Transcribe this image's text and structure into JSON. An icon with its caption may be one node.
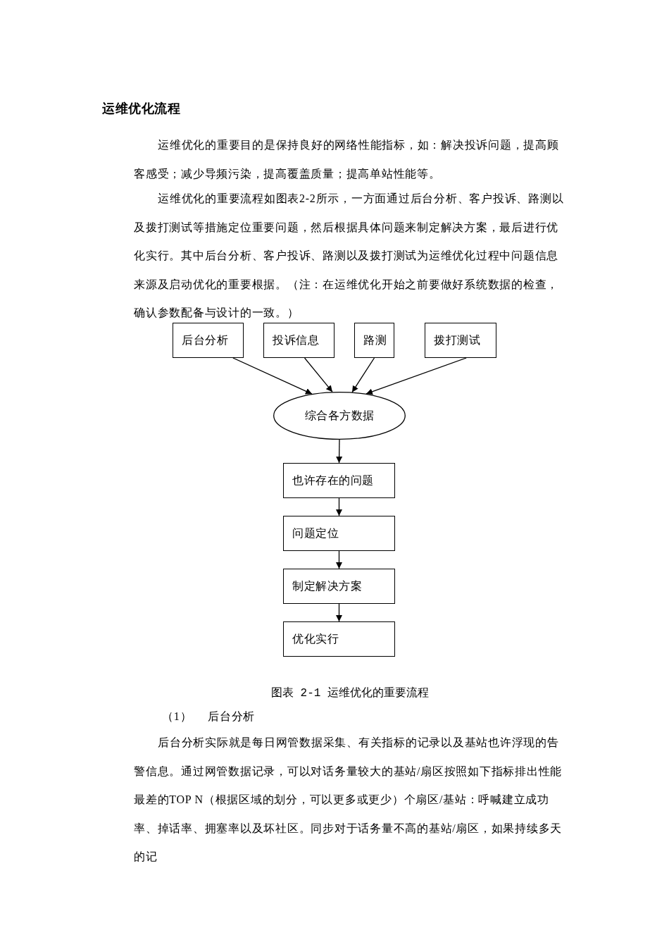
{
  "diagram": {
    "title": "运维优化流程",
    "caption": "图表 2-1 运维优化的重要流程",
    "nodes": [
      {
        "text": [
          "后台分析"
        ]
      },
      {
        "text": [
          "投诉信息"
        ]
      },
      {
        "text": [
          "路测"
        ]
      },
      {
        "text": [
          "拨打测试"
        ]
      },
      {
        "text": [
          "综合各方数据"
        ]
      },
      {
        "text": [
          "也许存在的问题"
        ]
      },
      {
        "text": [
          "问题定位"
        ]
      },
      {
        "text": [
          "制定解决方案"
        ]
      },
      {
        "text": [
          "优化实行"
        ]
      }
    ],
    "edges": [
      {
        "from": 0,
        "to": 4,
        "arrow": "to"
      },
      {
        "from": 1,
        "to": 4,
        "arrow": "to"
      },
      {
        "from": 2,
        "to": 4,
        "arrow": "to"
      },
      {
        "from": 3,
        "to": 4,
        "arrow": "to"
      },
      {
        "from": 4,
        "to": 5,
        "arrow": "to"
      },
      {
        "from": 5,
        "to": 6,
        "arrow": "to"
      },
      {
        "from": 6,
        "to": 7,
        "arrow": "to"
      },
      {
        "from": 7,
        "to": 8,
        "arrow": "to"
      }
    ],
    "labels": [
      "运维优化的重要目的是保持良好的网络性能指标，如：解决投诉问题，提高顾客感受；减少导频污染，提高覆盖质量；提高单站性能等。",
      "运维优化的重要流程如图表2-2所示，一方面通过后台分析、客户投诉、路测以及拨打测试等措施定位重要问题，然后根据具体问题来制定解决方案，最后进行优化实行。其中后台分析、客户投诉、路测以及拨打测试为运维优化过程中问题信息来源及启动优化的重要根据。（注：在运维优化开始之前要做好系统数据的检查，确认参数配备与设计的一致。）",
      "（1） 后台分析",
      "后台分析实际就是每日网管数据采集、有关指标的记录以及基站也许浮现的告警信息。通过网管数据记录，可以对话务量较大的基站/扇区按照如下指标排出性能最差的TOP N（根据区域的划分，可以更多或更少）个扇区/基站：呼喊建立成功率、掉话率、拥塞率以及坏社区。同步对于话务量不高的基站/扇区，如果持续多天的记"
    ]
  }
}
